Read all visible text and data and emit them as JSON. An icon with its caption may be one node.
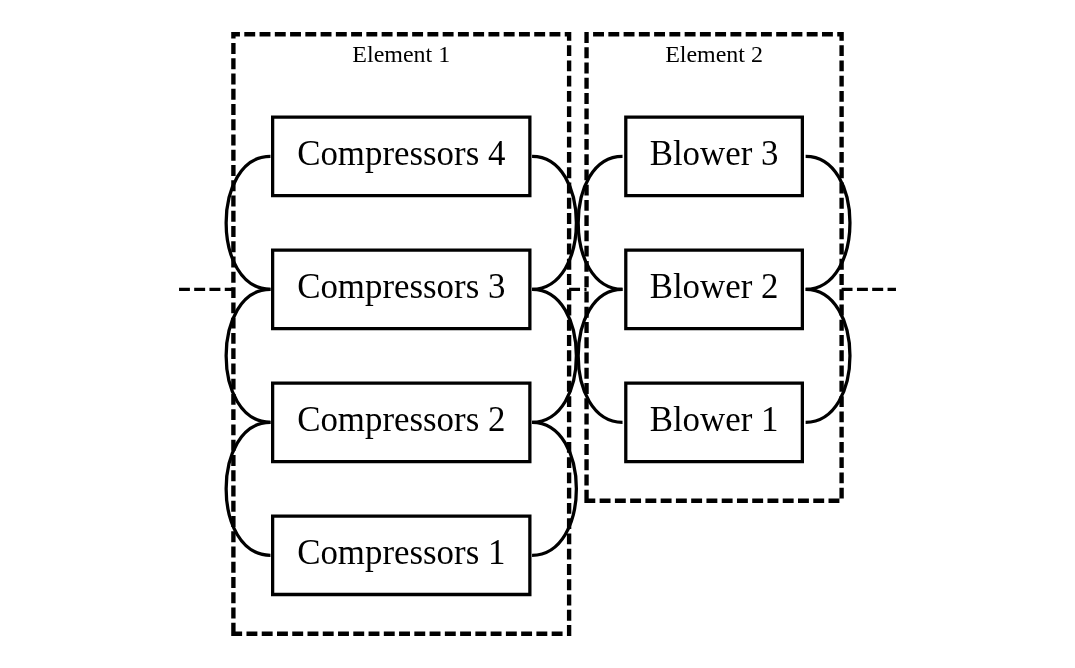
{
  "diagram": {
    "nodes": [
      {
        "text": [
          "Element 1"
        ]
      },
      {
        "text": [
          "Compressors 1"
        ],
        "in": 0
      },
      {
        "text": [
          "Compressors 2"
        ],
        "in": 0
      },
      {
        "text": [
          "Compressors 3"
        ],
        "in": 0
      },
      {
        "text": [
          "Compressors 4"
        ],
        "in": 0
      },
      {
        "text": [
          "Element 2"
        ]
      },
      {
        "text": [
          "Blower 1"
        ],
        "in": 5
      },
      {
        "text": [
          "Blower 2"
        ],
        "in": 5
      },
      {
        "text": [
          "Blower 3"
        ],
        "in": 5
      }
    ],
    "edges": [
      {
        "from": null,
        "to": 0,
        "arrow": "none",
        "style": "dashed"
      },
      {
        "from": 0,
        "to": 5,
        "arrow": "none",
        "style": "dashed"
      },
      {
        "from": 5,
        "to": null,
        "arrow": "none",
        "style": "dashed"
      },
      {
        "from": 1,
        "to": 2,
        "arrow": "none"
      },
      {
        "from": 2,
        "to": 3,
        "arrow": "none"
      },
      {
        "from": 3,
        "to": 4,
        "arrow": "none"
      },
      {
        "from": 1,
        "to": 2,
        "arrow": "none"
      },
      {
        "from": 2,
        "to": 3,
        "arrow": "none"
      },
      {
        "from": 3,
        "to": 4,
        "arrow": "none"
      },
      {
        "from": 6,
        "to": 7,
        "arrow": "none"
      },
      {
        "from": 7,
        "to": 8,
        "arrow": "none"
      },
      {
        "from": 6,
        "to": 7,
        "arrow": "none"
      },
      {
        "from": 7,
        "to": 8,
        "arrow": "none"
      }
    ]
  }
}
